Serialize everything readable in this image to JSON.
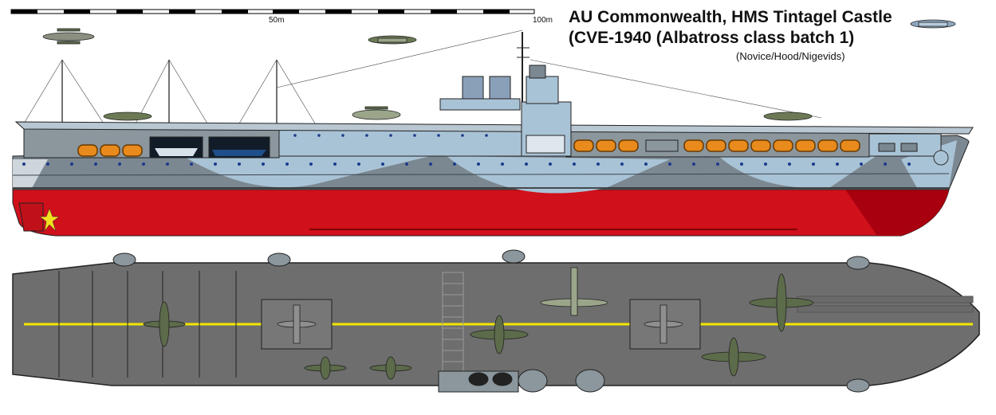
{
  "title": {
    "line1": "AU Commonwealth, HMS Tintagel Castle",
    "line2": "(CVE-1940 (Albatross class batch 1)",
    "credits": "(Novice/Hood/Nigevids)"
  },
  "scale_bar": {
    "mid_label": "50m",
    "end_label": "100m"
  },
  "colors": {
    "hull_red": "#d0101a",
    "camo_grey": "#7c8891",
    "camo_blue": "#a9c3d6",
    "deck": "#6e6e6e",
    "deck_line": "#f2e600",
    "lifeboat": "#e88a1c"
  },
  "icons": {
    "aircraft": "plane-icon",
    "lifeboat": "lifeboat-icon"
  }
}
